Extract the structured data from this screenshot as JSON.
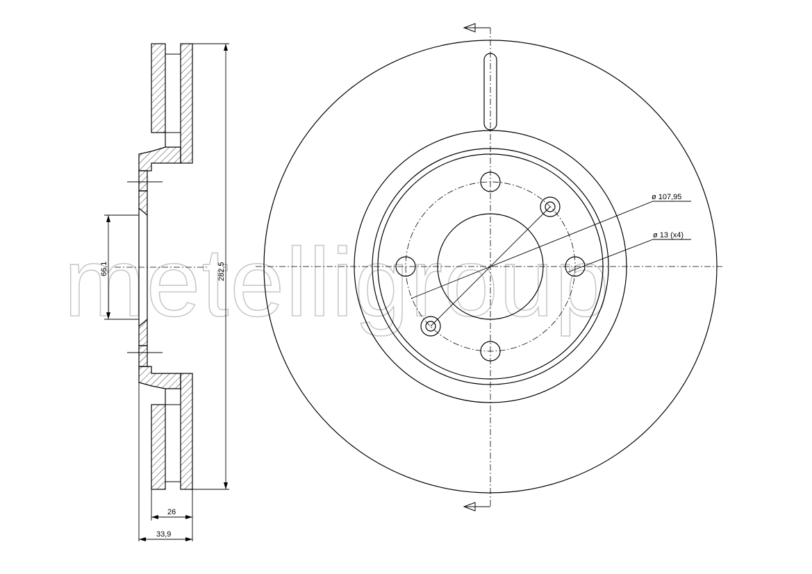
{
  "watermark": "metelligroup",
  "dimensions": {
    "outer_diameter": "282,5",
    "hub_diameter": "66,1",
    "disc_thickness": "26",
    "overall_height": "33,9",
    "bolt_circle": "ø 107,95",
    "bolt_holes": "ø 13 (x4)"
  },
  "colors": {
    "line": "#000000",
    "watermark": "#c8c8c8",
    "background": "#ffffff"
  }
}
